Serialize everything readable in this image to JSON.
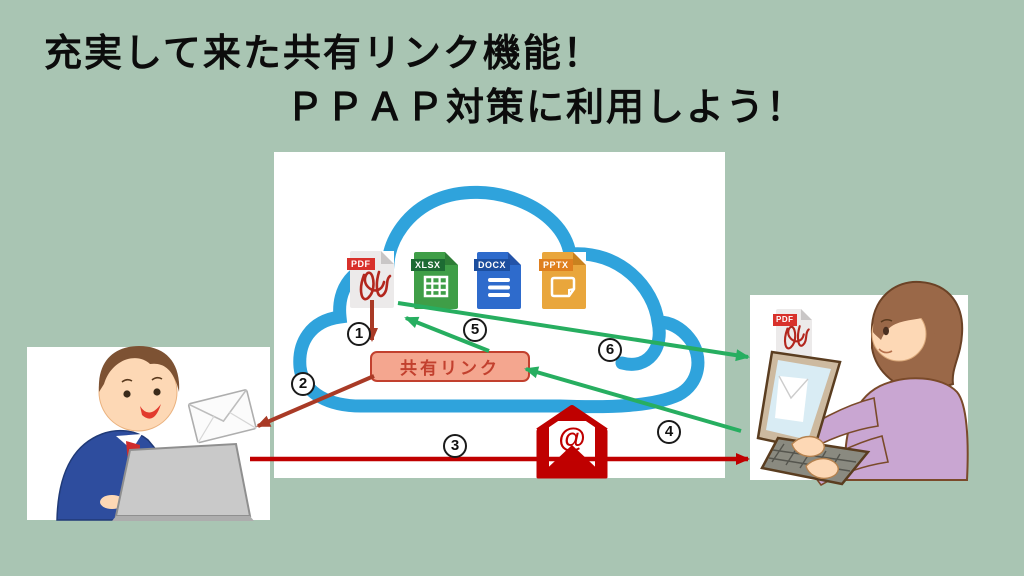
{
  "title": {
    "line1": "充実して来た共有リンク機能！",
    "line2": "ＰＰＡＰ対策に利用しよう！"
  },
  "cloud_panel": {
    "files": [
      {
        "label": "PDF"
      },
      {
        "label": "XLSX"
      },
      {
        "label": "DOCX"
      },
      {
        "label": "PPTX"
      }
    ],
    "share_link_label": "共有リンク"
  },
  "recipient_panel": {
    "file_label": "PDF"
  },
  "steps": [
    "1",
    "2",
    "3",
    "4",
    "5",
    "6"
  ],
  "email_icon_symbol": "@",
  "colors": {
    "background": "#a9c5b3",
    "panel": "#ffffff",
    "cloud_blue": "#2fa3dc",
    "share_link_fill": "#f4a68f",
    "share_link_accent": "#c2402e",
    "upload_arrow_dark_red": "#a93a26",
    "mail_arrow_red": "#c00000",
    "link_arrow_green": "#27ae60",
    "pdf_red": "#d8312b",
    "xlsx_green": "#3f9e47",
    "docx_blue": "#2e6bcc",
    "pptx_amber": "#e9a63c"
  }
}
